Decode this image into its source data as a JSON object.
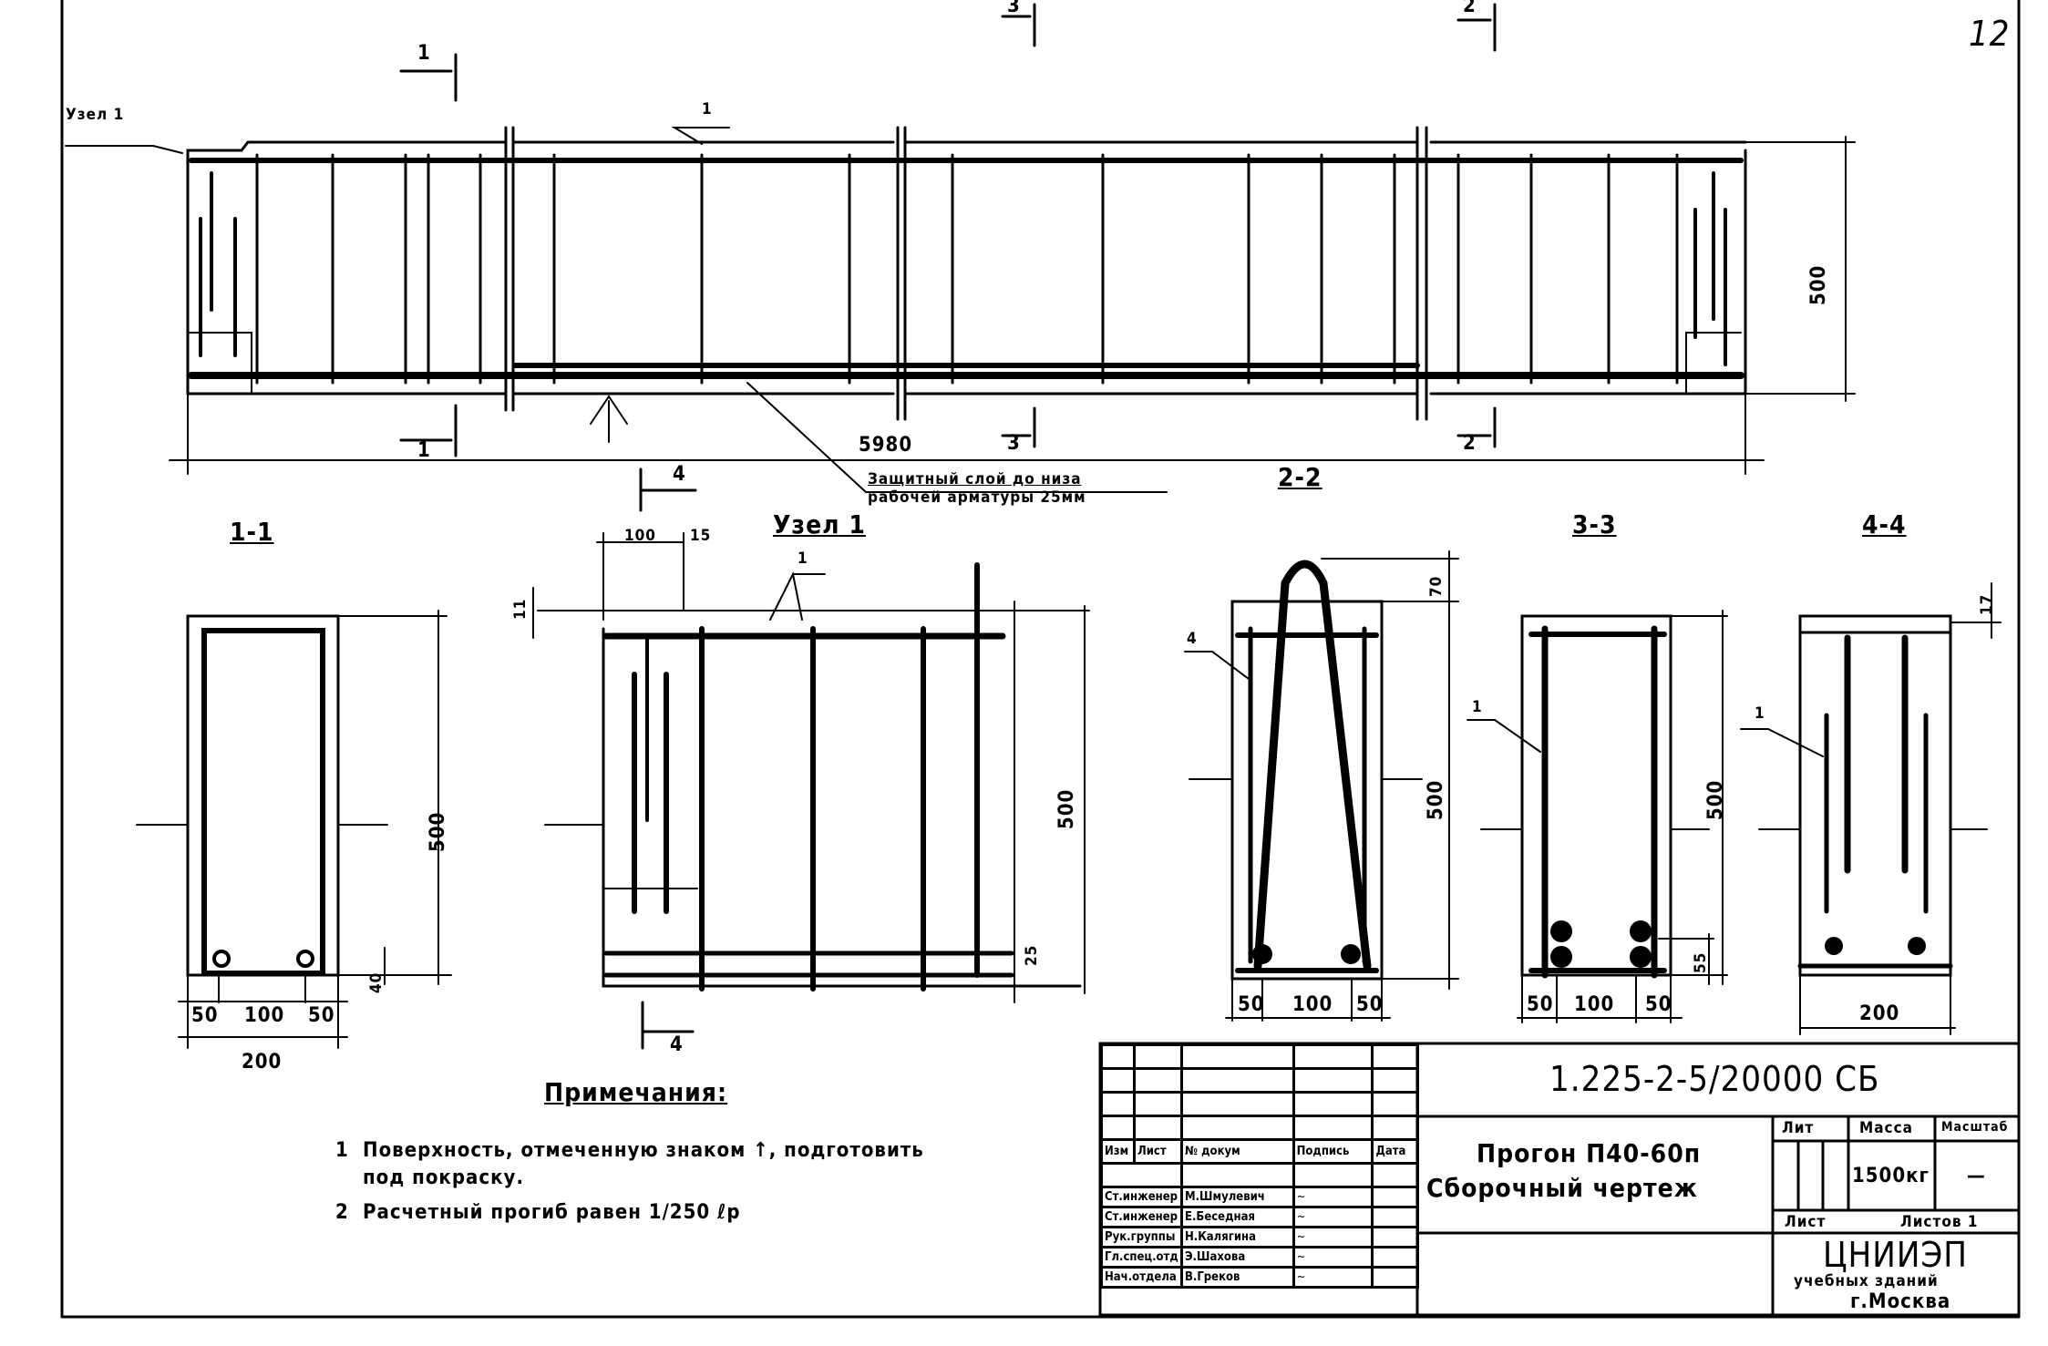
{
  "sheet": {
    "page_number": "12",
    "document_code": "1.225-2-5/20000 СБ",
    "title_line1": "Прогон П40-60п",
    "title_line2": "Сборочный чертеж"
  },
  "elevation": {
    "callout_uzel": "Узел 1",
    "position_mark": "1",
    "length_dim": "5980",
    "height_dim": "500",
    "section_marks": {
      "s1_top": "1",
      "s1_bottom": "1",
      "s2_top": "2",
      "s2_bottom": "2",
      "s3_top": "3",
      "s3_bottom": "3",
      "s4": "4"
    },
    "cover_note_line1": "Защитный слой до низа",
    "cover_note_line2": "рабочей арматуры 25мм"
  },
  "section_1_1": {
    "label": "1-1",
    "height": "500",
    "width_parts": [
      "50",
      "100",
      "50"
    ],
    "width_total": "200",
    "bottom_offset": "40"
  },
  "node_1": {
    "label": "Узел 1",
    "dim_100": "100",
    "dim_15": "15",
    "dim_top": "11",
    "height": "500",
    "cover": "25",
    "position_mark": "1",
    "section_mark": "4"
  },
  "section_2_2": {
    "label": "2-2",
    "loop_height": "70",
    "height": "500",
    "width_parts": [
      "50",
      "100",
      "50"
    ],
    "position_mark_left": "4",
    "position_mark_right": "1"
  },
  "section_3_3": {
    "label": "3-3",
    "height": "500",
    "bottom_offset": "55",
    "width_parts": [
      "50",
      "100",
      "50"
    ]
  },
  "section_4_4": {
    "label": "4-4",
    "top_dim": "17",
    "width_total": "200",
    "position_mark": "1"
  },
  "notes": {
    "heading": "Примечания:",
    "items": [
      {
        "num": "1",
        "line1": "Поверхность, отмеченную знаком ↑, подготовить",
        "line2": "под покраску."
      },
      {
        "num": "2",
        "line1": "Расчетный прогиб равен 1/250 ℓр",
        "line2": ""
      }
    ]
  },
  "title_block": {
    "rev_headers": [
      "Изм",
      "Лист",
      "№ докум",
      "Подпись",
      "Дата"
    ],
    "signers": [
      {
        "role": "Ст.инженер",
        "name": "М.Шмулевич"
      },
      {
        "role": "Ст.инженер",
        "name": "Е.Беседная"
      },
      {
        "role": "Рук.группы",
        "name": "Н.Калягина"
      },
      {
        "role": "Гл.спец.отд",
        "name": "Э.Шахова"
      },
      {
        "role": "Нач.отдела",
        "name": "В.Греков"
      }
    ],
    "stage_header": "Лит",
    "mass_header": "Масса",
    "scale_header": "Масштаб",
    "mass_value": "1500кг",
    "scale_value": "—",
    "sheet_label": "Лист",
    "sheets_label": "Листов 1",
    "org_name": "ЦНИИЭП",
    "org_line2": "учебных зданий",
    "org_line3": "г.Москва"
  }
}
